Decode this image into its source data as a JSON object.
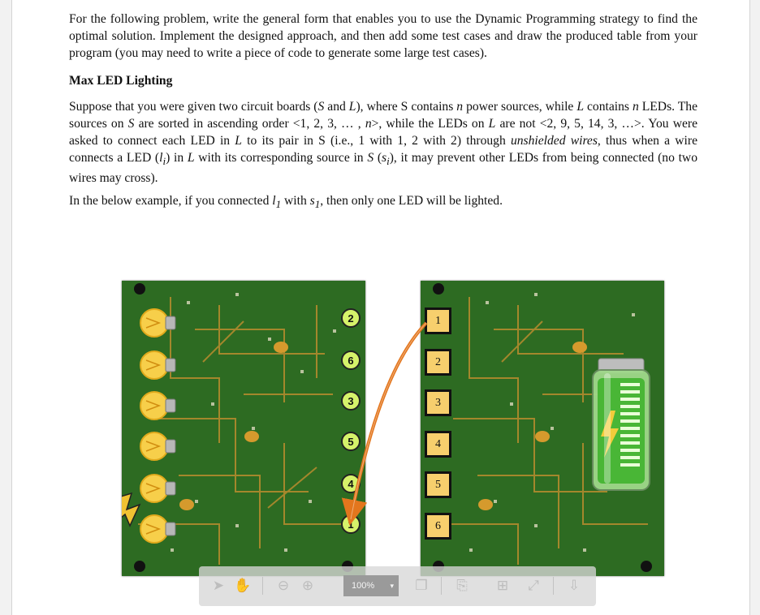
{
  "intro": "For the following problem, write the general form that enables you to use the Dynamic Programming strategy to find the optimal solution. Implement the designed approach, and then add some test cases and draw the produced table from your program (you may need to write a piece of code to generate some large test cases).",
  "heading": "Max LED Lighting",
  "example": "In the below example, if you connected l1 with s1, then only one LED will be lighted.",
  "left_board": {
    "labels": [
      "2",
      "6",
      "3",
      "5",
      "4",
      "1"
    ]
  },
  "right_board": {
    "labels": [
      "1",
      "2",
      "3",
      "4",
      "5",
      "6"
    ]
  },
  "toolbar": {
    "zoom": "100%",
    "chevron": "▾"
  },
  "colors": {
    "board": "#2d6b22",
    "trace": "#b98c2e",
    "badge": "#d6f26a",
    "slot": "#f7cf6d",
    "arrow": "#e3761d",
    "bulb": "#f7cf4a"
  }
}
